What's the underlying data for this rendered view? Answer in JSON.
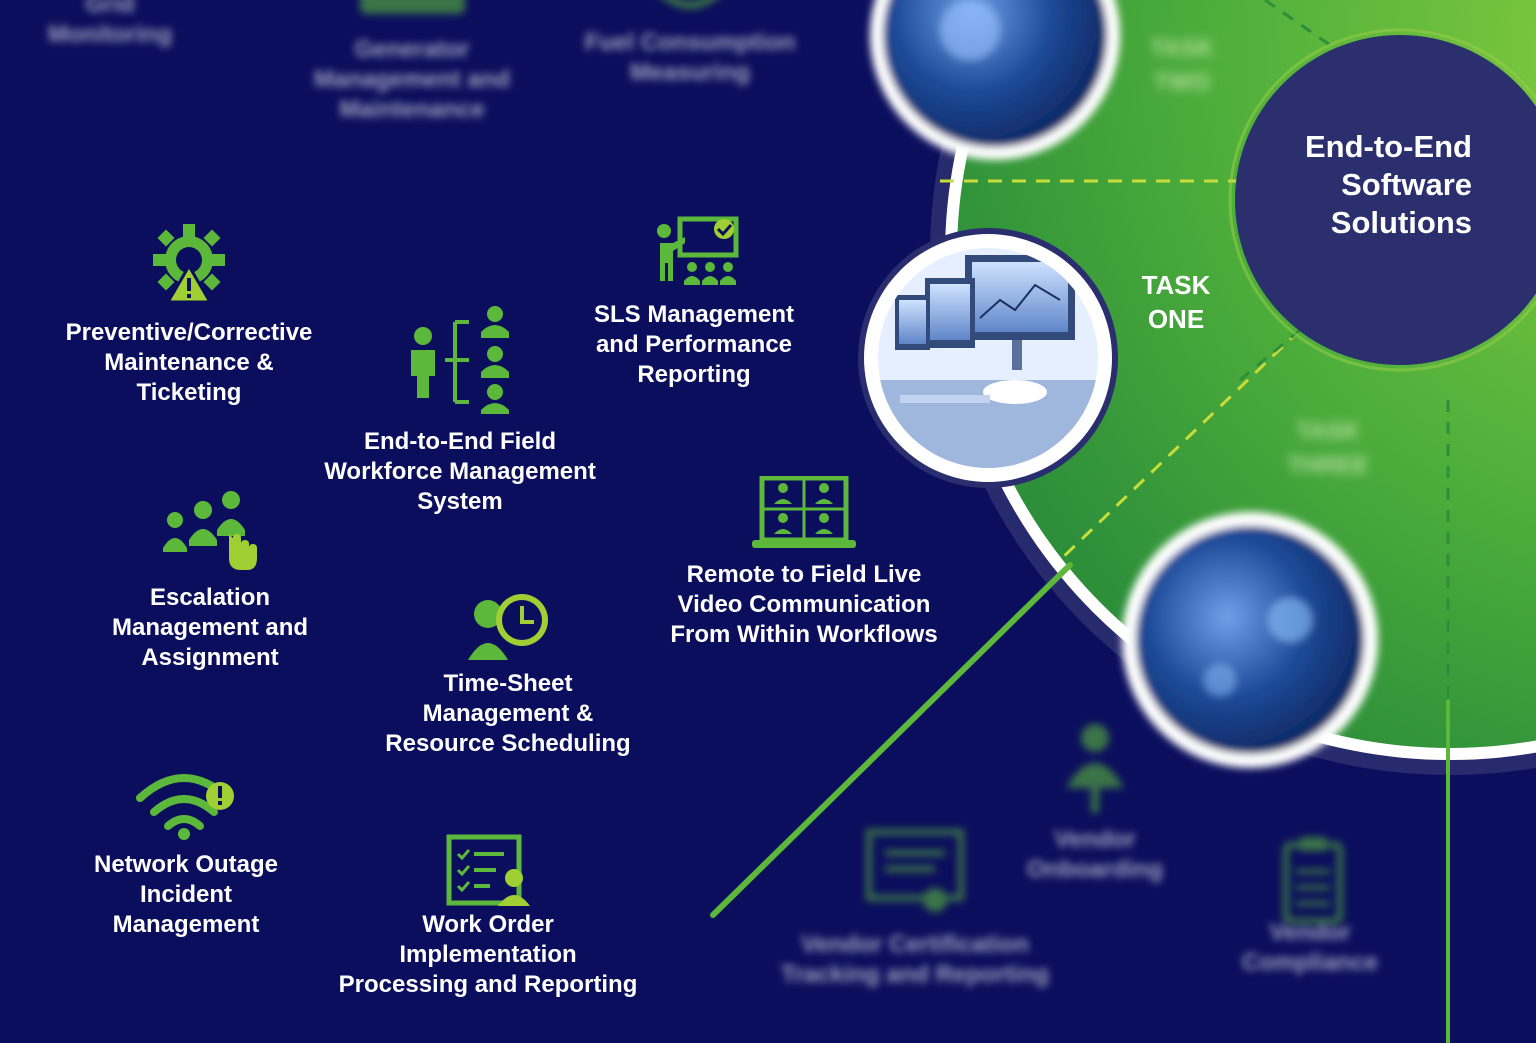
{
  "hub": {
    "title": "End-to-End\nSoftware\nSolutions"
  },
  "task_one": {
    "label": "TASK\nONE"
  },
  "blurred_tasks": [
    "TASK\nTWO",
    "TASK\nTHREE"
  ],
  "features": [
    {
      "label": "Preventive/Corrective\nMaintenance &\nTicketing",
      "icon": "gear-warning-icon"
    },
    {
      "label": "End-to-End Field\nWorkforce Management\nSystem",
      "icon": "workforce-hierarchy-icon"
    },
    {
      "label": "SLS Management\nand Performance\nReporting",
      "icon": "presentation-icon"
    },
    {
      "label": "Escalation\nManagement and\nAssignment",
      "icon": "team-select-icon"
    },
    {
      "label": "Remote to Field Live\nVideo Communication\nFrom Within Workflows",
      "icon": "video-conference-icon"
    },
    {
      "label": "Time-Sheet\nManagement &\nResource Scheduling",
      "icon": "user-clock-icon"
    },
    {
      "label": "Network Outage\nIncident\nManagement",
      "icon": "wifi-alert-icon"
    },
    {
      "label": "Work Order\nImplementation\nProcessing and Reporting",
      "icon": "checklist-user-icon"
    }
  ],
  "blurred_items": [
    "Grid\nMonitoring",
    "Generator\nManagement and\nMaintenance",
    "Fuel Consumption\nMeasuring",
    "Vendor\nOnboarding",
    "Vendor Certification\nTracking and Reporting",
    "Vendor\nCompliance"
  ],
  "colors": {
    "navy": "#0b0e5c",
    "green": "#5cb83a",
    "lime": "#b8d432",
    "hub": "#2b2f6e"
  }
}
